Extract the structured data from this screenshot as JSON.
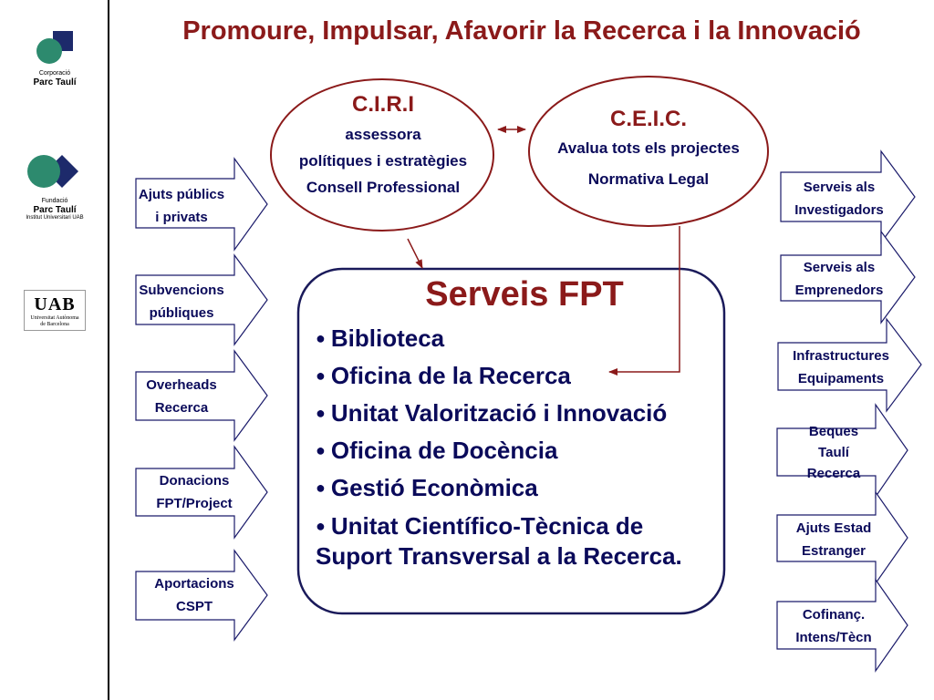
{
  "title": "Promoure, Impulsar, Afavorir la Recerca i la Innovació",
  "logos": {
    "corporacio": {
      "line1": "Corporació",
      "line2": "Parc Taulí"
    },
    "fundacio": {
      "line1": "Fundació",
      "line2": "Parc Taulí",
      "line3": "Institut Universitari UAB"
    },
    "uab": {
      "line1": "UAB",
      "line2": "Universitat Autònoma",
      "line3": "de Barcelona"
    }
  },
  "ciri": {
    "title": "C.I.R.I",
    "lines": [
      "assessora",
      "polítiques i estratègies",
      "Consell Professional"
    ]
  },
  "ceic": {
    "title": "C.E.I.C.",
    "lines": [
      "Avalua tots els projectes",
      "Normativa Legal"
    ]
  },
  "fpt": {
    "title": "Serveis FPT",
    "items": [
      "Biblioteca",
      "Oficina de la Recerca",
      "Unitat Valorització i Innovació",
      "Oficina de Docència",
      "Gestió Econòmica",
      "Unitat Científico-Tècnica de Suport Transversal a la Recerca."
    ]
  },
  "left_arrows": [
    {
      "line1": "Ajuts públics",
      "line2": "i privats"
    },
    {
      "line1": "Subvencions",
      "line2": "públiques"
    },
    {
      "line1": "Overheads",
      "line2": "Recerca"
    },
    {
      "line1": "Donacions",
      "line2": "FPT/Project"
    },
    {
      "line1": "Aportacions",
      "line2": "CSPT"
    }
  ],
  "right_arrows": [
    {
      "line1": "Serveis als",
      "line2": "Investigadors"
    },
    {
      "line1": "Serveis als",
      "line2": "Emprenedors"
    },
    {
      "line1": "Infrastructures",
      "line2": "Equipaments"
    },
    {
      "line1": "Beques",
      "line2": "Taulí",
      "line3": "Recerca"
    },
    {
      "line1": "Ajuts Estad",
      "line2": "Estranger"
    },
    {
      "line1": "Cofinanç.",
      "line2": "Intens/Tècn"
    }
  ],
  "colors": {
    "title": "#8b1a1a",
    "text": "#0a0a5a",
    "oval_border": "#8b1a1a",
    "box_border": "#1a1a5a",
    "arrow_border": "#1a1a6a"
  }
}
